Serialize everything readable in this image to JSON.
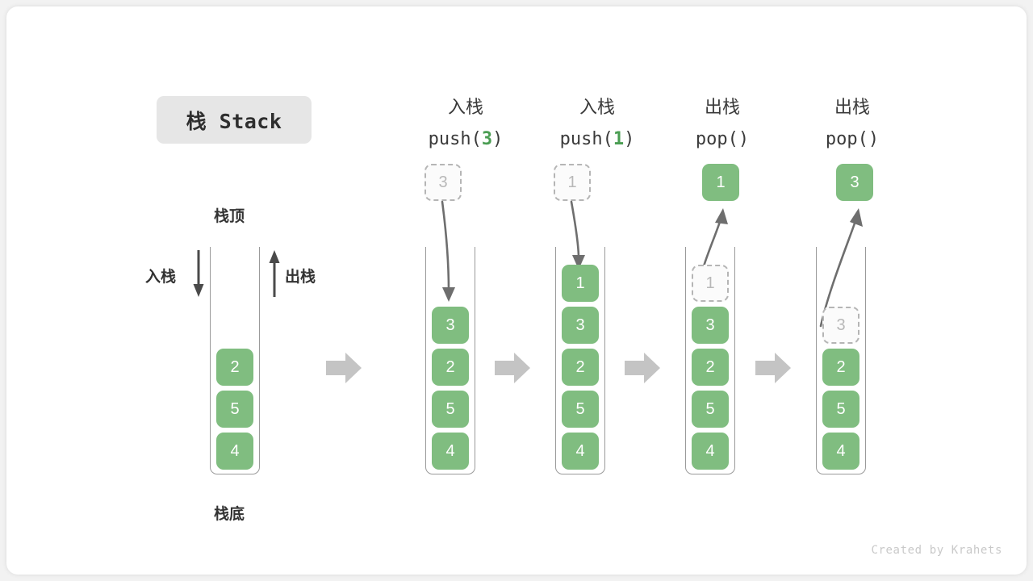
{
  "title": {
    "badge_text": "栈 Stack"
  },
  "legend": {
    "top_label": "栈顶",
    "bottom_label": "栈底",
    "push_label": "入栈",
    "pop_label": "出栈"
  },
  "colors": {
    "element_fill": "#80bd80",
    "element_text": "#ffffff",
    "ghost_fill": "#fbfbfb",
    "ghost_border": "#b5b5b5",
    "ghost_text": "#b8b8b8",
    "tube_border": "#9a9a9a",
    "block_arrow": "#c4c4c4",
    "curve_arrow": "#6e6e6e",
    "badge_bg": "#e6e6e6",
    "accent_green_text": "#4a9d52",
    "card_bg": "#ffffff",
    "page_bg": "#f2f2f2"
  },
  "stages": [
    {
      "id": "initial",
      "head_cn": "",
      "head_code": "",
      "head_arg": "",
      "stack": [
        "2",
        "5",
        "4"
      ],
      "ghost": null,
      "external": null
    },
    {
      "id": "push-3",
      "head_cn": "入栈",
      "head_code_prefix": "push(",
      "head_arg": "3",
      "head_code_suffix": ")",
      "stack": [
        "3",
        "2",
        "5",
        "4"
      ],
      "ghost": {
        "value": "3",
        "position": "above-tube"
      },
      "external": null,
      "arrow_direction": "down"
    },
    {
      "id": "push-1",
      "head_cn": "入栈",
      "head_code_prefix": "push(",
      "head_arg": "1",
      "head_code_suffix": ")",
      "stack": [
        "1",
        "3",
        "2",
        "5",
        "4"
      ],
      "ghost": {
        "value": "1",
        "position": "above-tube"
      },
      "external": null,
      "arrow_direction": "down"
    },
    {
      "id": "pop-1",
      "head_cn": "出栈",
      "head_code_prefix": "pop(",
      "head_arg": "",
      "head_code_suffix": ")",
      "stack": [
        "3",
        "2",
        "5",
        "4"
      ],
      "ghost": {
        "value": "1",
        "position": "in-tube-row-0"
      },
      "external": {
        "value": "1"
      },
      "arrow_direction": "up"
    },
    {
      "id": "pop-3",
      "head_cn": "出栈",
      "head_code_prefix": "pop(",
      "head_arg": "",
      "head_code_suffix": ")",
      "stack": [
        "2",
        "5",
        "4"
      ],
      "ghost": {
        "value": "3",
        "position": "in-tube-row-1"
      },
      "external": {
        "value": "3"
      },
      "arrow_direction": "up"
    }
  ],
  "stage_heads": [
    {
      "cn": "入栈",
      "code_pre": "push(",
      "arg": "3",
      "code_post": ")"
    },
    {
      "cn": "入栈",
      "code_pre": "push(",
      "arg": "1",
      "code_post": ")"
    },
    {
      "cn": "出栈",
      "code_pre": "pop(",
      "arg": "",
      "code_post": ")"
    },
    {
      "cn": "出栈",
      "code_pre": "pop(",
      "arg": "",
      "code_post": ")"
    }
  ],
  "stage0_cells": [
    "2",
    "5",
    "4"
  ],
  "stage1_cells": [
    "3",
    "2",
    "5",
    "4"
  ],
  "stage1_ghost": "3",
  "stage2_cells": [
    "1",
    "3",
    "2",
    "5",
    "4"
  ],
  "stage2_ghost": "1",
  "stage3_cells": [
    "3",
    "2",
    "5",
    "4"
  ],
  "stage3_ghost": "1",
  "stage3_popped": "1",
  "stage4_cells": [
    "2",
    "5",
    "4"
  ],
  "stage4_ghost": "3",
  "stage4_popped": "3",
  "footer": {
    "credit": "Created by Krahets"
  }
}
